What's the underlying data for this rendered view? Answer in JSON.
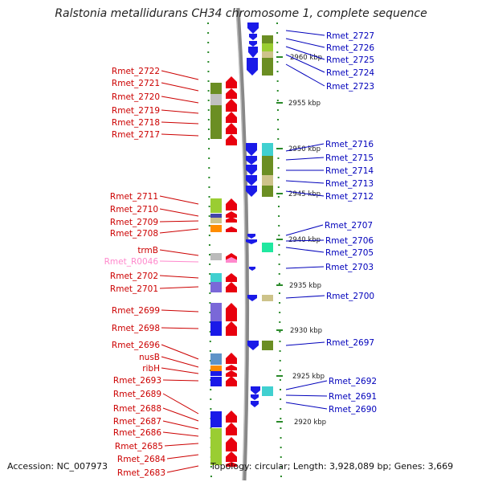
{
  "title": "Ralstonia metallidurans CH34 chromosome 1, complete sequence",
  "footer": {
    "accession": "Accession: NC_007973",
    "topology": "Topology: circular; Length: 3,928,089 bp; Genes: 3,669"
  },
  "colors": {
    "forward": "#e8000e",
    "reverse": "#1a1ae8",
    "left_label": "#cc0000",
    "right_label": "#0000bb",
    "rna_label": "#ff88cc",
    "kbp_tick": "#2a8a2a"
  },
  "kbp_marks": [
    "2960 kbp",
    "2955 kbp",
    "2950 kbp",
    "2945 kbp",
    "2940 kbp",
    "2935 kbp",
    "2930 kbp",
    "2925 kbp",
    "2920 kbp"
  ],
  "left_genes": [
    "Rmet_2722",
    "Rmet_2721",
    "Rmet_2720",
    "Rmet_2719",
    "Rmet_2718",
    "Rmet_2717",
    "Rmet_2711",
    "Rmet_2710",
    "Rmet_2709",
    "Rmet_2708",
    "trmB",
    "Rmet_R0046",
    "Rmet_2702",
    "Rmet_2701",
    "Rmet_2699",
    "Rmet_2698",
    "Rmet_2696",
    "nusB",
    "ribH",
    "Rmet_2693",
    "Rmet_2689",
    "Rmet_2688",
    "Rmet_2687",
    "Rmet_2686",
    "Rmet_2685",
    "Rmet_2684",
    "Rmet_2683"
  ],
  "right_genes": [
    "Rmet_2727",
    "Rmet_2726",
    "Rmet_2725",
    "Rmet_2724",
    "Rmet_2723",
    "Rmet_2716",
    "Rmet_2715",
    "Rmet_2714",
    "Rmet_2713",
    "Rmet_2712",
    "Rmet_2707",
    "Rmet_2706",
    "Rmet_2705",
    "Rmet_2703",
    "Rmet_2700",
    "Rmet_2697",
    "Rmet_2692",
    "Rmet_2691",
    "Rmet_2690"
  ]
}
